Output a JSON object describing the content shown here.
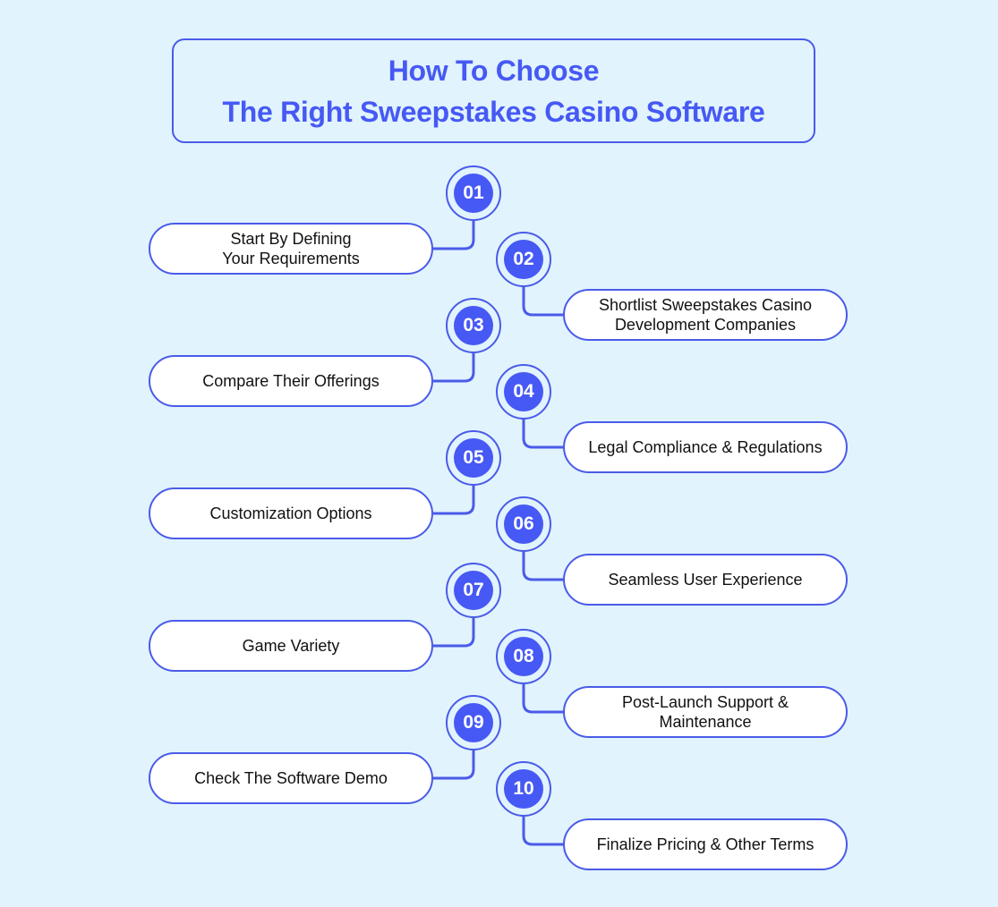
{
  "title": {
    "line1": "How To Choose",
    "line2": "The Right Sweepstakes Casino Software"
  },
  "steps": [
    {
      "number": "01",
      "label": "Start By Defining\nYour Requirements"
    },
    {
      "number": "02",
      "label": "Shortlist Sweepstakes Casino\nDevelopment Companies"
    },
    {
      "number": "03",
      "label": "Compare Their Offerings"
    },
    {
      "number": "04",
      "label": "Legal Compliance & Regulations"
    },
    {
      "number": "05",
      "label": "Customization Options"
    },
    {
      "number": "06",
      "label": "Seamless User Experience"
    },
    {
      "number": "07",
      "label": "Game Variety"
    },
    {
      "number": "08",
      "label": "Post-Launch Support &\nMaintenance"
    },
    {
      "number": "09",
      "label": "Check The Software Demo"
    },
    {
      "number": "10",
      "label": "Finalize Pricing & Other Terms"
    }
  ],
  "colors": {
    "background": "#e1f3fd",
    "accent": "#4659f4",
    "outline": "#4a5be8",
    "card": "#ffffff",
    "text": "#111111"
  }
}
